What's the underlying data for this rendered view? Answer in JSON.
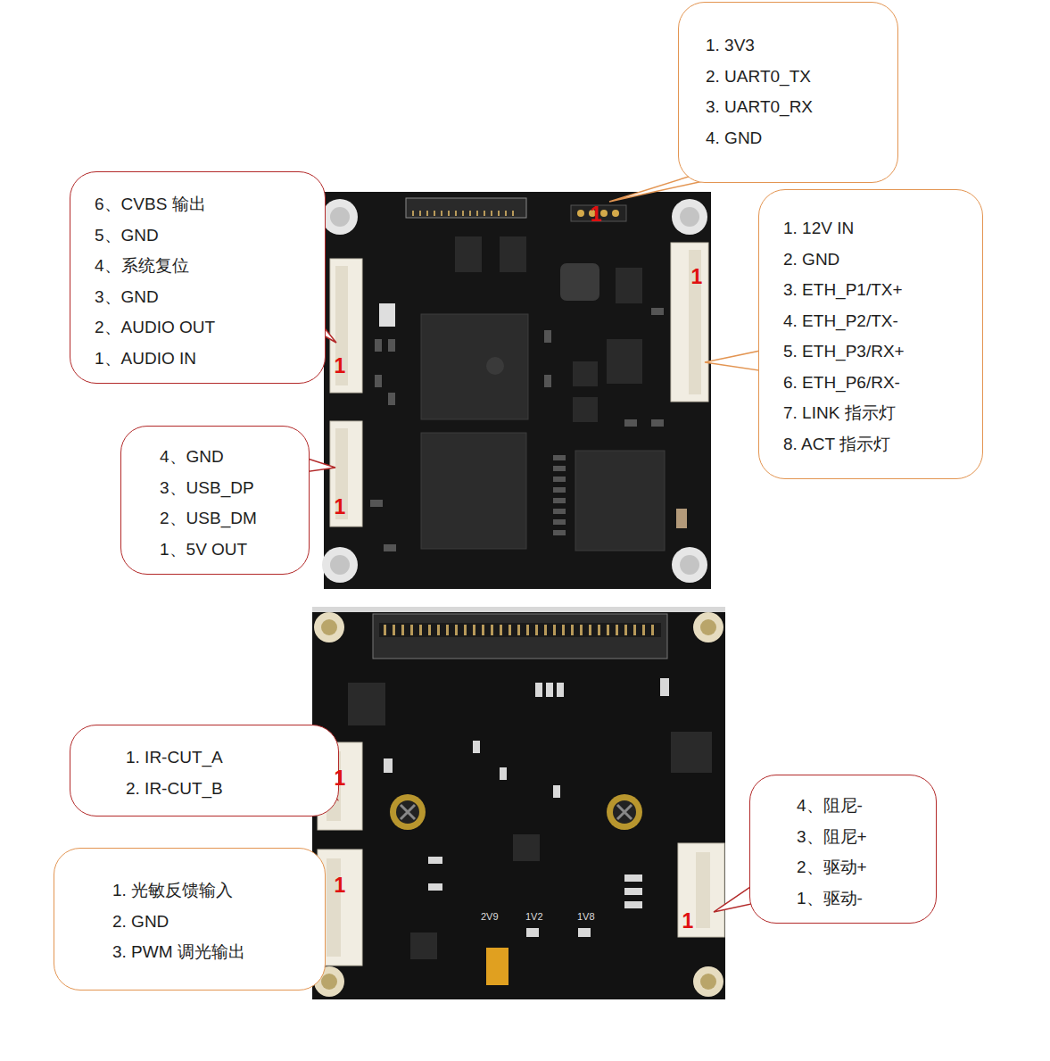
{
  "diagram": {
    "nodes": [
      {
        "text": [
          "1. 3V3",
          "2. UART0_TX",
          "3. UART0_RX",
          "4. GND"
        ]
      },
      {
        "text": [
          "6、CVBS 输出",
          "5、GND",
          "4、系统复位",
          "3、GND",
          "2、AUDIO OUT",
          "1、AUDIO IN"
        ]
      },
      {
        "text": [
          "1. 12V IN",
          "2. GND",
          "3. ETH_P1/TX+",
          "4. ETH_P2/TX-",
          "5. ETH_P3/RX+",
          "6. ETH_P6/RX-",
          "7. LINK 指示灯",
          "8. ACT 指示灯"
        ]
      },
      {
        "text": [
          "4、GND",
          "3、USB_DP",
          "2、USB_DM",
          "1、5V OUT"
        ]
      },
      {
        "text": [
          "1. IR-CUT_A",
          "2. IR-CUT_B"
        ]
      },
      {
        "text": [
          "4、阻尼-",
          "3、阻尼+",
          "2、驱动+",
          "1、驱动-"
        ]
      },
      {
        "text": [
          "1. 光敏反馈输入",
          "2. GND",
          "3. PWM 调光输出"
        ]
      }
    ],
    "labels": [
      "1",
      "1",
      "1",
      "1",
      "1",
      "1",
      "1",
      "2V9",
      "1V2",
      "1V8"
    ]
  }
}
